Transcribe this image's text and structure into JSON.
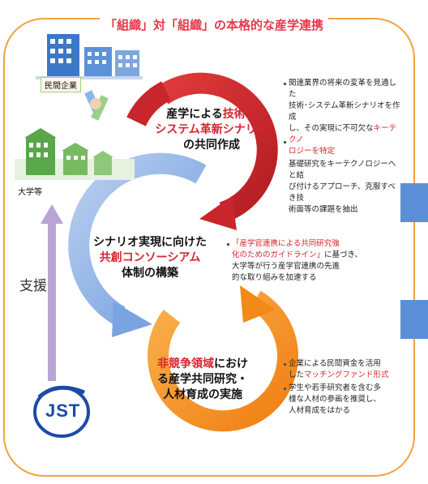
{
  "title": "「組織」対「組織」の本格的な産学連携",
  "labels": {
    "private_company": "民間企業",
    "university": "大学等",
    "support": "支援",
    "jst_logo_text": "JST"
  },
  "cycle1": {
    "line1_prefix": "産学による",
    "line1_red": "技術・",
    "line2_red": "システム革新シナリオ",
    "line3": "の共同作成"
  },
  "cycle2": {
    "line1": "シナリオ実現に向けた",
    "line2_red": "共創コンソーシアム",
    "line3": "体制の構築"
  },
  "cycle3": {
    "line1_red": "非競争領域",
    "line1_suffix": "におけ",
    "line2": "る産学共同研究・",
    "line3": "人材育成の実施"
  },
  "note1": {
    "b1_l1": "関連業界の将来の変革を見通した",
    "b1_l2": "技術･システム革新シナリオを作成",
    "b1_l3_prefix": "し、その実現に不可欠な",
    "b1_l3_red": "キーテクノ",
    "b1_l4_red": "ロジーを特定",
    "b2_l1": "基礎研究をキーテクノロジーへと結",
    "b2_l2": "び付けるアプローチ、克服すべき技",
    "b2_l3": "術面等の課題を抽出"
  },
  "note2": {
    "l1_red": "「産学官連携による共同研究強",
    "l2_red": "化のためのガイドライン」",
    "l2_suffix": "に基づき、",
    "l3": "大学等が行う産学官連携の先進",
    "l4": "的な取り組みを加速する"
  },
  "note3": {
    "b1_l1": "企業による民間資金を活用",
    "b1_l2_prefix": "した",
    "b1_l2_red": "マッチングファンド形式",
    "b2_l1": "学生や若手研究者を含む多",
    "b2_l2": "様な人材の参画を推奨し、",
    "b2_l3": "人材育成をはかる"
  },
  "colors": {
    "frame": "#f2a33c",
    "title": "#e7384a",
    "cycle_red": "#c9252c",
    "cycle_blue": "#8fb3e3",
    "cycle_orange": "#f7941d",
    "building_blue": "#3c78c8",
    "building_green": "#5aa64a",
    "support_arrow": "#b9a5d3",
    "jst_blue": "#1c4aa6",
    "side_blocks": "#5b8ed6"
  }
}
